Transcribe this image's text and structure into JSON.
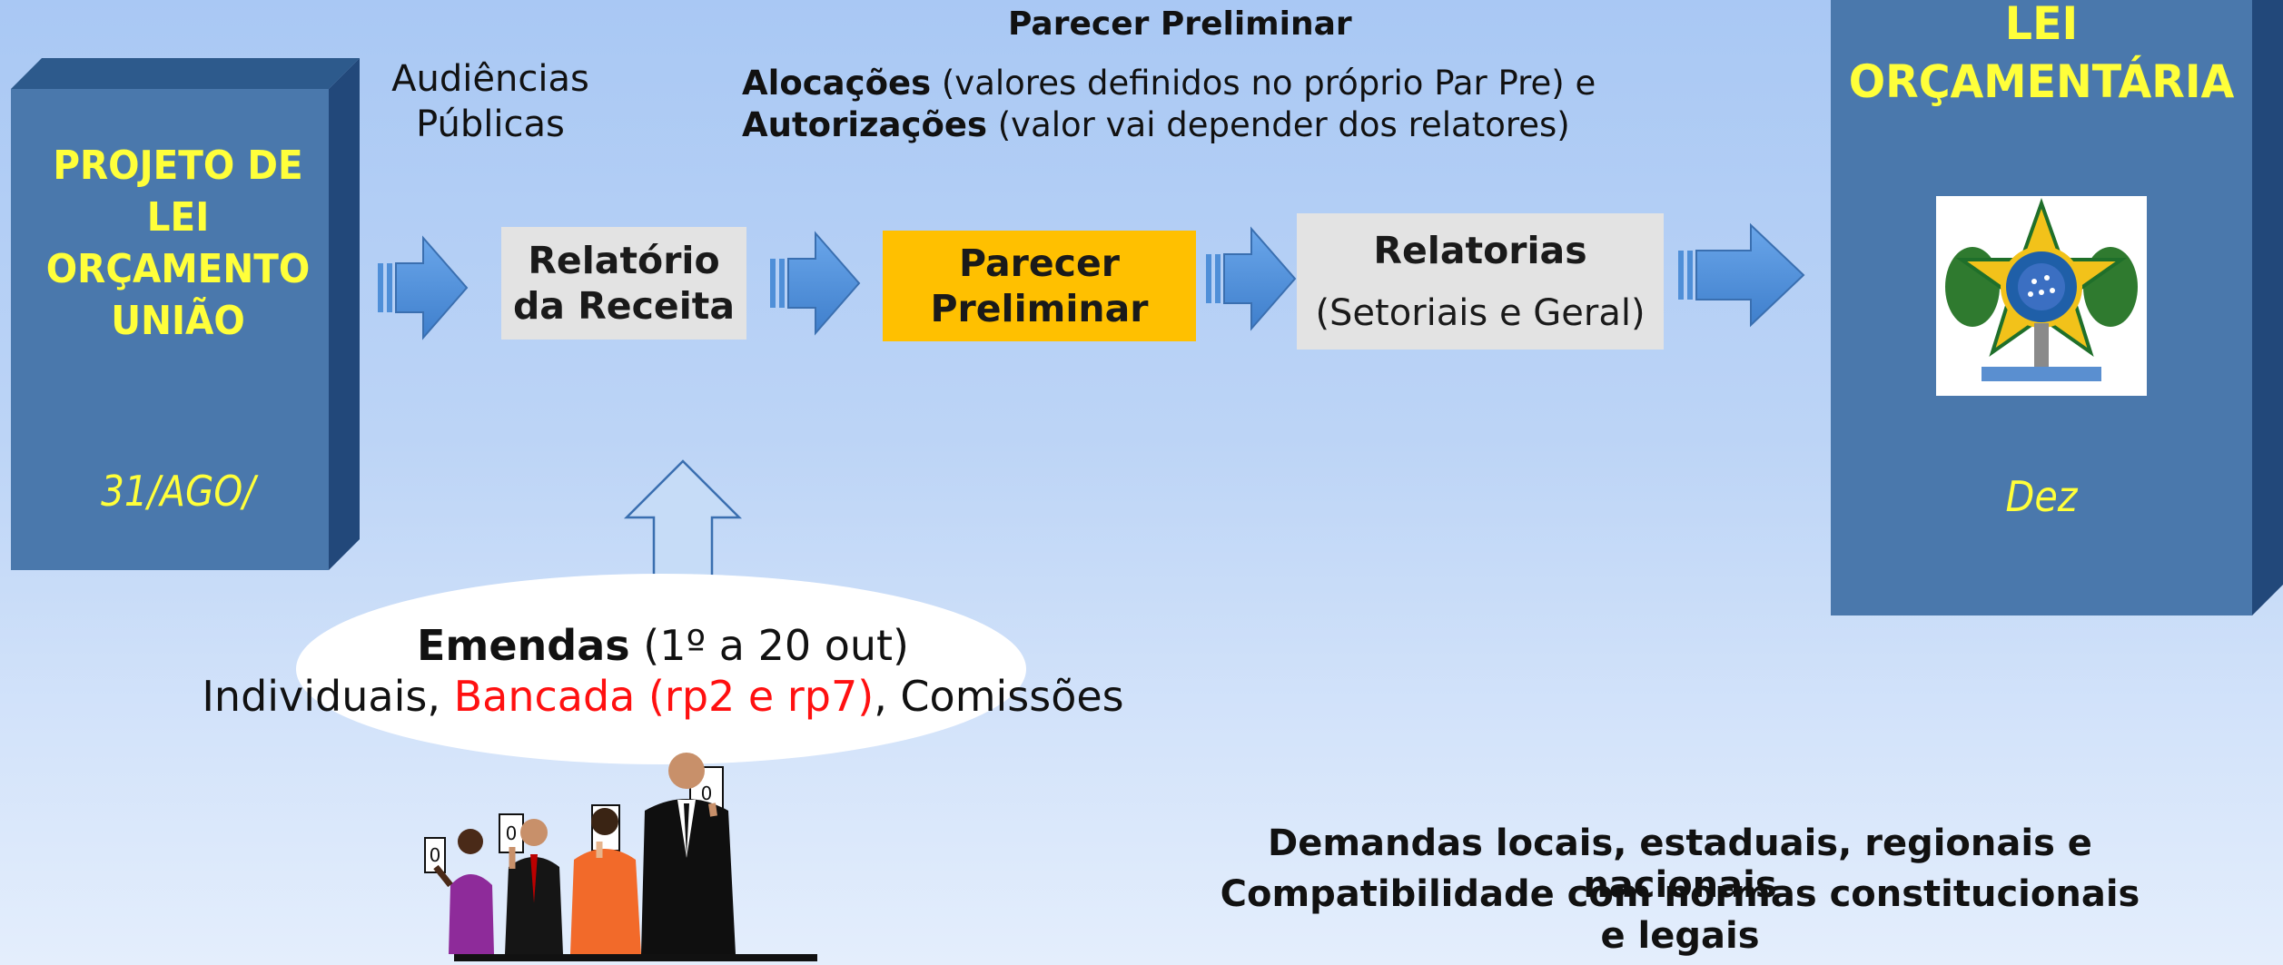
{
  "header": {
    "title": "Parecer Preliminar"
  },
  "left_box": {
    "title_lines": [
      "PROJETO DE",
      "LEI",
      "ORÇAMENTO",
      "UNIÃO"
    ],
    "date": "31/AGO/"
  },
  "right_box": {
    "title_lines": [
      "LEI",
      "ORÇAMENTÁRIA"
    ],
    "date": "Dez"
  },
  "audiencias": {
    "line1": "Audiências",
    "line2": "Públicas"
  },
  "allocations": {
    "line1_bold": "Alocações",
    "line1_rest": " (valores definidos no próprio Par Pre) e",
    "line2_bold": "Autorizações",
    "line2_rest": " (valor vai depender dos relatores)"
  },
  "steps": {
    "receita": {
      "line1": "Relatório",
      "line2": "da Receita"
    },
    "parecer": {
      "line1": "Parecer",
      "line2": "Preliminar"
    },
    "relatorias": {
      "title": "Relatorias",
      "subtitle": "(Setoriais e Geral)"
    }
  },
  "emendas": {
    "bold": "Emendas",
    "dates": " (1º a 20 out)",
    "types_start": "Individuais, ",
    "types_red": "Bancada (rp2 e rp7)",
    "types_end": ", Comissões"
  },
  "demands": {
    "line1": "Demandas locais, estaduais, regionais e nacionais",
    "line2": "Compatibilidade com normas constitucionais e legais"
  },
  "people_card_label": "0",
  "colors": {
    "box_blue": "#4a78ac",
    "box_dark": "#2d5a8c",
    "arrow_blue": "#4f8fd8",
    "accent_yellow": "#ffff3a",
    "parecer_orange": "#ffc000",
    "emphasis_red": "#ff1010"
  }
}
